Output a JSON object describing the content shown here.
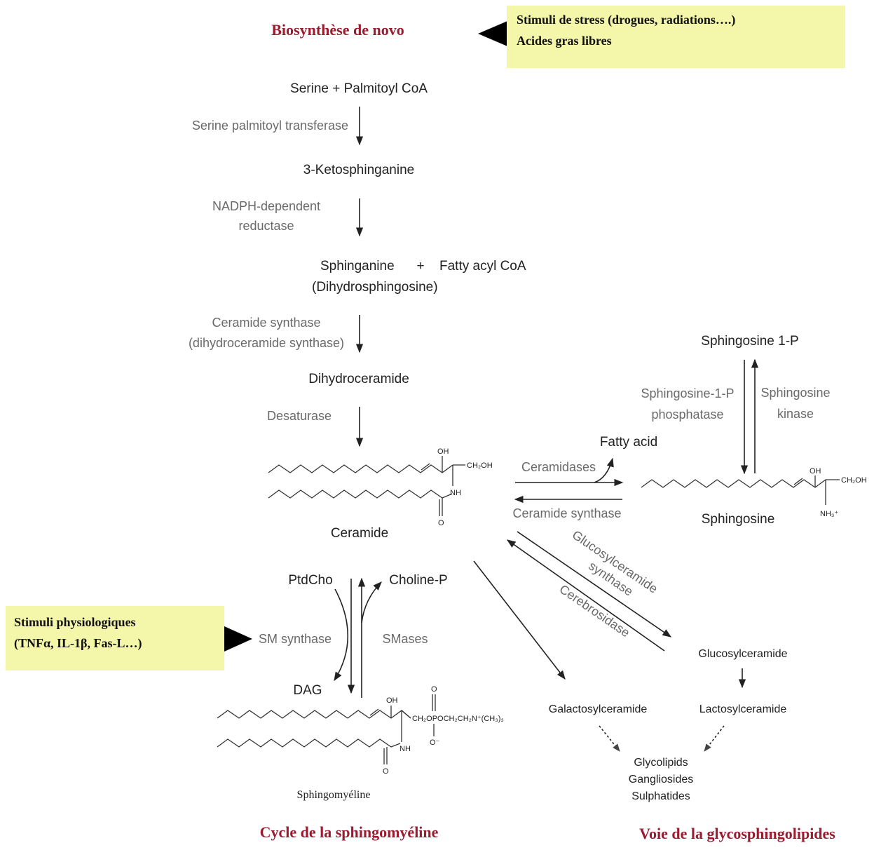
{
  "headers": {
    "de_novo": "Biosynthèse de novo",
    "sm_cycle": "Cycle de la sphingomyéline",
    "glyco_pathway": "Voie de la glycosphingolipides"
  },
  "callouts": {
    "stress": {
      "line1": "Stimuli de stress (drogues, radiations….)",
      "line2": "Acides gras libres"
    },
    "physio": {
      "line1": "Stimuli physiologiques",
      "line2": "(TNFα, IL-1β, Fas-L…)"
    }
  },
  "metabolites": {
    "serine_palmitoyl": "Serine + Palmitoyl CoA",
    "ketosphinganine": "3-Ketosphinganine",
    "sphinganine": "Sphinganine",
    "plus": "+",
    "fatty_acyl_coa": "Fatty acyl CoA",
    "dihydrosphingosine": "(Dihydrosphingosine)",
    "dihydroceramide": "Dihydroceramide",
    "ceramide": "Ceramide",
    "sphingosine_1p": "Sphingosine 1-P",
    "fatty_acid": "Fatty acid",
    "sphingosine": "Sphingosine",
    "ptdcho": "PtdCho",
    "choline_p": "Choline-P",
    "dag": "DAG",
    "sphingomyeline": "Sphingomyéline",
    "glucosylceramide": "Glucosylceramide",
    "lactosylceramide": "Lactosylceramide",
    "galactosylceramide": "Galactosylceramide",
    "glycolipids": "Glycolipids",
    "gangliosides": "Gangliosides",
    "sulphatides": "Sulphatides"
  },
  "enzymes": {
    "spt": "Serine palmitoyl transferase",
    "nadph_1": "NADPH-dependent",
    "nadph_2": "reductase",
    "cer_synth_1": "Ceramide synthase",
    "cer_synth_2": "(dihydroceramide synthase)",
    "desaturase": "Desaturase",
    "s1p_phosphatase_1": "Sphingosine-1-P",
    "s1p_phosphatase_2": "phosphatase",
    "sph_kinase_1": "Sphingosine",
    "sph_kinase_2": "kinase",
    "ceramidases": "Ceramidases",
    "ceramide_synthase": "Ceramide synthase",
    "gcs_1": "Glucosylceramide",
    "gcs_2": "synthase",
    "cerebrosidase": "Cerebrosidase",
    "sm_synthase": "SM synthase",
    "smases": "SMases"
  },
  "chem_labels": {
    "oh": "OH",
    "ch2oh": "CH₂OH",
    "nh": "NH",
    "o": "O",
    "nh3": "NH₃⁺",
    "sm_head": "CH₂OPOCH₂CH₂N⁺(CH₃)₃",
    "o_minus": "O⁻"
  },
  "colors": {
    "header": "#9b1b30",
    "callout_fill": "#f4f6aa",
    "enzyme_text": "#6a6a6a"
  }
}
